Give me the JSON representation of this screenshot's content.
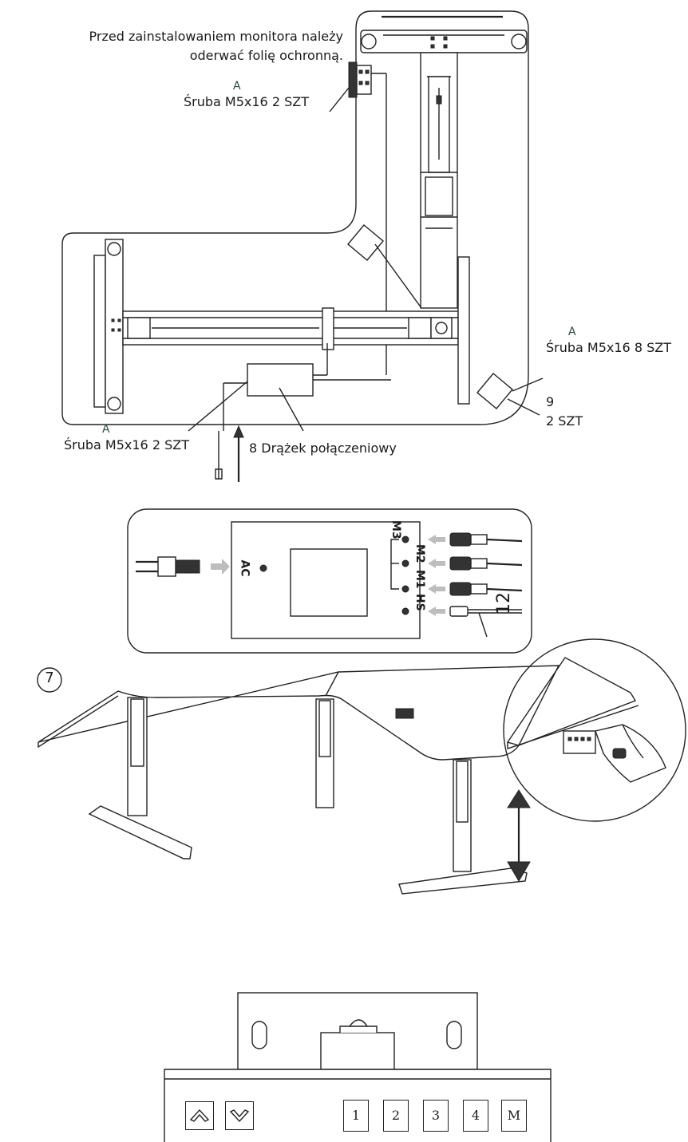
{
  "labels": {
    "monitor_note_1": "Przed zainstalowaniem monitora należy",
    "monitor_note_2": "oderwać folię ochronną.",
    "screw_a_top_letter": "A",
    "screw_a_top": "Śruba M5x16 2 SZT",
    "screw_a_right_letter": "A",
    "screw_a_right": "Śruba M5x16 8 SZT",
    "part9_num": "9",
    "part9_qty": "2 SZT",
    "screw_a_bottom_letter": "A",
    "screw_a_bottom": "Śruba M5x16 2 SZT",
    "connector_label": "8 Drążek połączeniowy"
  },
  "control_box": {
    "power_label": "AC",
    "ports": [
      "M3",
      "M2",
      "M1",
      "HS"
    ],
    "cable_number": "12"
  },
  "step": {
    "number": "7"
  },
  "handset": {
    "up_icon": "chevron-up-icon",
    "down_icon": "chevron-down-icon",
    "memory_buttons": [
      "1",
      "2",
      "3",
      "4",
      "M"
    ]
  }
}
